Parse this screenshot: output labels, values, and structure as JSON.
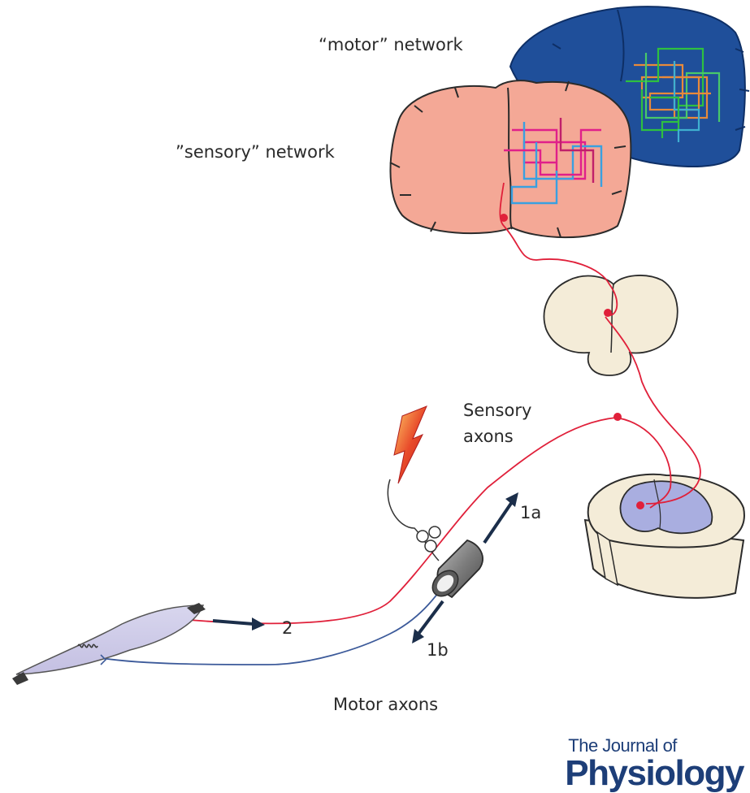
{
  "labels": {
    "motor_network": "“motor” network",
    "sensory_network": "”sensory” network",
    "sensory_axons_line1": "Sensory",
    "sensory_axons_line2": "axons",
    "motor_axons": "Motor axons",
    "arrow_1a": "1a",
    "arrow_1b": "1b",
    "arrow_2": "2"
  },
  "publisher": {
    "line1": "The Journal of",
    "line2": "Physiology"
  },
  "colors": {
    "motor_cortex": "#1f4f9a",
    "sensory_cortex": "#f4a896",
    "sensory_axon": "#e0203a",
    "motor_axon": "#3c5a9a",
    "spinal_grey_matter": "#a9aee0",
    "spinal_white_matter": "#f4ecd8",
    "arrow": "#1b2e4a",
    "lightning": "#e03020",
    "publisher_text": "#1d3e78"
  },
  "icons": [
    "lightning-icon",
    "stimulator-icon",
    "electrode-cuff-icon",
    "muscle-icon"
  ]
}
